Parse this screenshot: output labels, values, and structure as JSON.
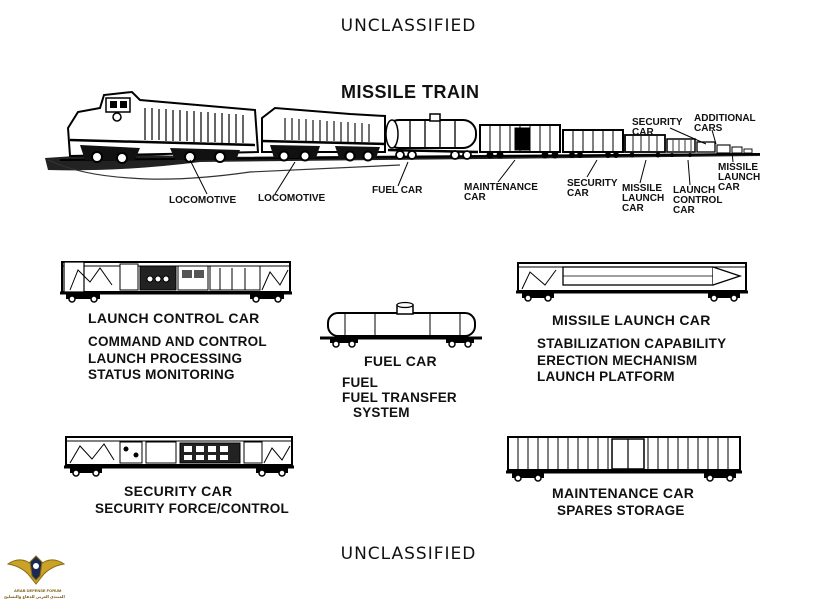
{
  "classification_top": "UNCLASSIFIED",
  "classification_bottom": "UNCLASSIFIED",
  "title": "MISSILE TRAIN",
  "train_labels": {
    "locomotive_1": "LOCOMOTIVE",
    "locomotive_2": "LOCOMOTIVE",
    "fuel_car": "FUEL CAR",
    "maintenance_car": [
      "MAINTENANCE",
      "CAR"
    ],
    "security_car_1": [
      "SECURITY",
      "CAR"
    ],
    "missile_launch_car_1": [
      "MISSILE",
      "LAUNCH",
      "CAR"
    ],
    "launch_control_car": [
      "LAUNCH",
      "CONTROL",
      "CAR"
    ],
    "security_car_2": [
      "SECURITY",
      "CAR"
    ],
    "additional_cars": [
      "ADDITIONAL",
      "CARS"
    ],
    "missile_launch_car_2": [
      "MISSILE",
      "LAUNCH",
      "CAR"
    ]
  },
  "cars": {
    "launch_control": {
      "title": "LAUNCH CONTROL CAR",
      "features": [
        "COMMAND AND CONTROL",
        "LAUNCH PROCESSING",
        "STATUS MONITORING"
      ]
    },
    "fuel": {
      "title": "FUEL CAR",
      "features": [
        "FUEL",
        "FUEL TRANSFER",
        "SYSTEM"
      ]
    },
    "missile_launch": {
      "title": "MISSILE LAUNCH CAR",
      "features": [
        "STABILIZATION CAPABILITY",
        "ERECTION MECHANISM",
        "LAUNCH PLATFORM"
      ]
    },
    "security": {
      "title": "SECURITY CAR",
      "features": [
        "SECURITY FORCE/CONTROL"
      ]
    },
    "maintenance": {
      "title": "MAINTENANCE CAR",
      "features": [
        "SPARES STORAGE"
      ]
    }
  },
  "watermark": {
    "line1": "ARAB DEFENSE FORUM",
    "line2": "المنتدى العربي للدفاع والتسليح"
  }
}
